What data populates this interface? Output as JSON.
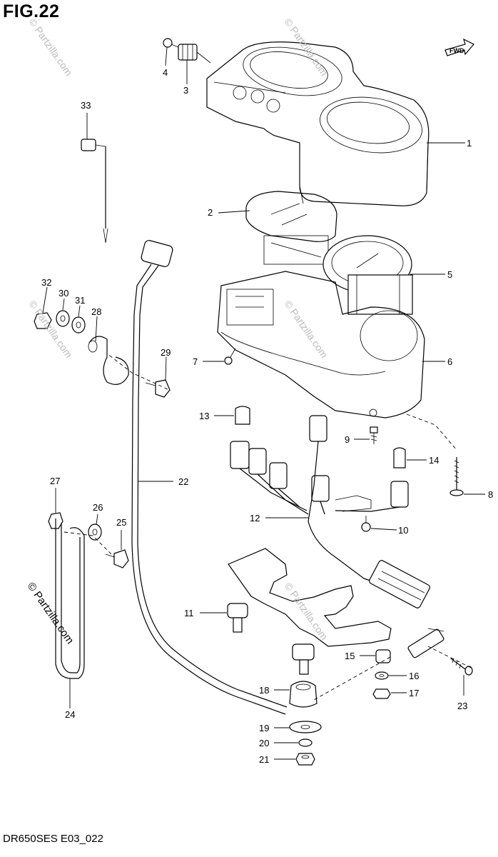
{
  "figure": {
    "title": "FIG.22",
    "footer": "DR650SES E03_022",
    "watermark": "© Partzilla.com",
    "fwd_label": "FWD"
  },
  "callouts": [
    {
      "id": "1",
      "label": "1"
    },
    {
      "id": "2",
      "label": "2"
    },
    {
      "id": "3",
      "label": "3"
    },
    {
      "id": "4",
      "label": "4"
    },
    {
      "id": "5",
      "label": "5"
    },
    {
      "id": "6",
      "label": "6"
    },
    {
      "id": "7",
      "label": "7"
    },
    {
      "id": "8",
      "label": "8"
    },
    {
      "id": "9",
      "label": "9"
    },
    {
      "id": "10",
      "label": "10"
    },
    {
      "id": "11",
      "label": "11"
    },
    {
      "id": "12",
      "label": "12"
    },
    {
      "id": "13",
      "label": "13"
    },
    {
      "id": "14",
      "label": "14"
    },
    {
      "id": "15",
      "label": "15"
    },
    {
      "id": "16",
      "label": "16"
    },
    {
      "id": "17",
      "label": "17"
    },
    {
      "id": "18",
      "label": "18"
    },
    {
      "id": "19",
      "label": "19"
    },
    {
      "id": "20",
      "label": "20"
    },
    {
      "id": "21",
      "label": "21"
    },
    {
      "id": "22",
      "label": "22"
    },
    {
      "id": "23",
      "label": "23"
    },
    {
      "id": "24",
      "label": "24"
    },
    {
      "id": "25",
      "label": "25"
    },
    {
      "id": "26",
      "label": "26"
    },
    {
      "id": "27",
      "label": "27"
    },
    {
      "id": "28",
      "label": "28"
    },
    {
      "id": "29",
      "label": "29"
    },
    {
      "id": "30",
      "label": "30"
    },
    {
      "id": "31",
      "label": "31"
    },
    {
      "id": "32",
      "label": "32"
    },
    {
      "id": "33",
      "label": "33"
    }
  ]
}
